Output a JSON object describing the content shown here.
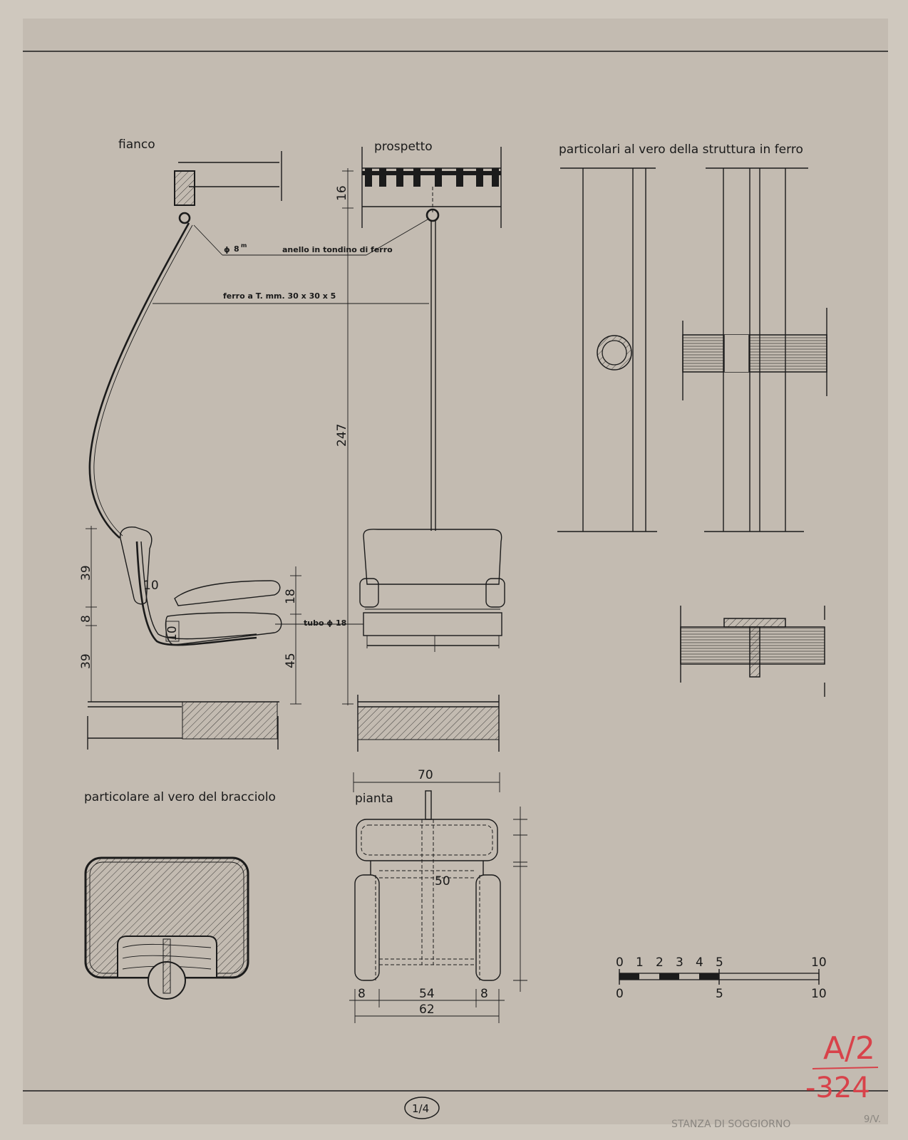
{
  "titles": {
    "side": "fianco",
    "front": "prospetto",
    "details": "particolari al vero della struttura in ferro",
    "armrest": "particolare al vero del bracciolo",
    "plan": "pianta"
  },
  "annotations": {
    "ring": "8",
    "ring_unit": "m",
    "ring_text": "anello in tondino di ferro",
    "tbar": "ferro a T. mm. 30 x 30 x 5",
    "tube": "tubo ϕ 18"
  },
  "dimensions": {
    "d16": "16",
    "d247": "247",
    "d39a": "39",
    "d8": "8",
    "d39b": "39",
    "d10a": "10",
    "d10b": "10",
    "d18": "18",
    "d45": "45",
    "d70": "70",
    "d50": "50",
    "d8l": "8",
    "d54": "54",
    "d8r": "8",
    "d62": "62"
  },
  "scale": {
    "top": [
      "0",
      "1",
      "2",
      "3",
      "4",
      "5",
      "10"
    ],
    "bottom": [
      "0",
      "5",
      "10"
    ]
  },
  "stamp": {
    "line1": "A/2",
    "line2": "-324"
  },
  "footer": {
    "page": "1/4",
    "room": "STANZA DI SOGGIORNO",
    "initials": "9/V."
  }
}
